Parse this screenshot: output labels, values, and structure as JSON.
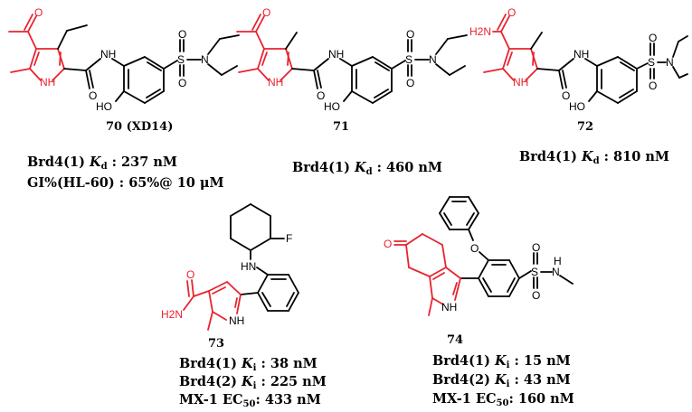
{
  "atoms": {
    "oxygen": "O",
    "nitrogen": "N",
    "sulfur": "S",
    "fluorine": "F",
    "nh": "NH",
    "hn": "HN",
    "h": "H",
    "ho": "HO",
    "h2n": "H2N"
  },
  "compounds": {
    "c70": {
      "label": "70 (XD14)",
      "kd_prefix": "Brd4(1) ",
      "kd_symbol": "K",
      "kd_sub": "d",
      "kd_value": " : 237 nM",
      "gi_line": "GI%(HL-60) : 65%@ 10 μM"
    },
    "c71": {
      "label": "71",
      "kd_prefix": "Brd4(1) ",
      "kd_symbol": "K",
      "kd_sub": "d",
      "kd_value": " : 460 nM"
    },
    "c72": {
      "label": "72",
      "kd_prefix": "Brd4(1) ",
      "kd_symbol": "K",
      "kd_sub": "d",
      "kd_value": " : 810 nM"
    },
    "c73": {
      "label": "73",
      "ki1_prefix": "Brd4(1) ",
      "ki1_symbol": "K",
      "ki1_sub": "i",
      "ki1_value": " : 38 nM",
      "ki2_prefix": "Brd4(2) ",
      "ki2_symbol": "K",
      "ki2_sub": "i",
      "ki2_value": " : 225 nM",
      "ec_prefix": "MX-1 EC",
      "ec_sub": "50",
      "ec_value": ": 433 nM"
    },
    "c74": {
      "label": "74",
      "ki1_prefix": "Brd4(1) ",
      "ki1_symbol": "K",
      "ki1_sub": "i",
      "ki1_value": " : 15 nM",
      "ki2_prefix": "Brd4(2) ",
      "ki2_symbol": "K",
      "ki2_sub": "i",
      "ki2_value": " : 43 nM",
      "ec_prefix": "MX-1 EC",
      "ec_sub": "50",
      "ec_value": ": 160 nM"
    }
  },
  "colors": {
    "highlight": "#e8232f",
    "ink": "#000000"
  }
}
